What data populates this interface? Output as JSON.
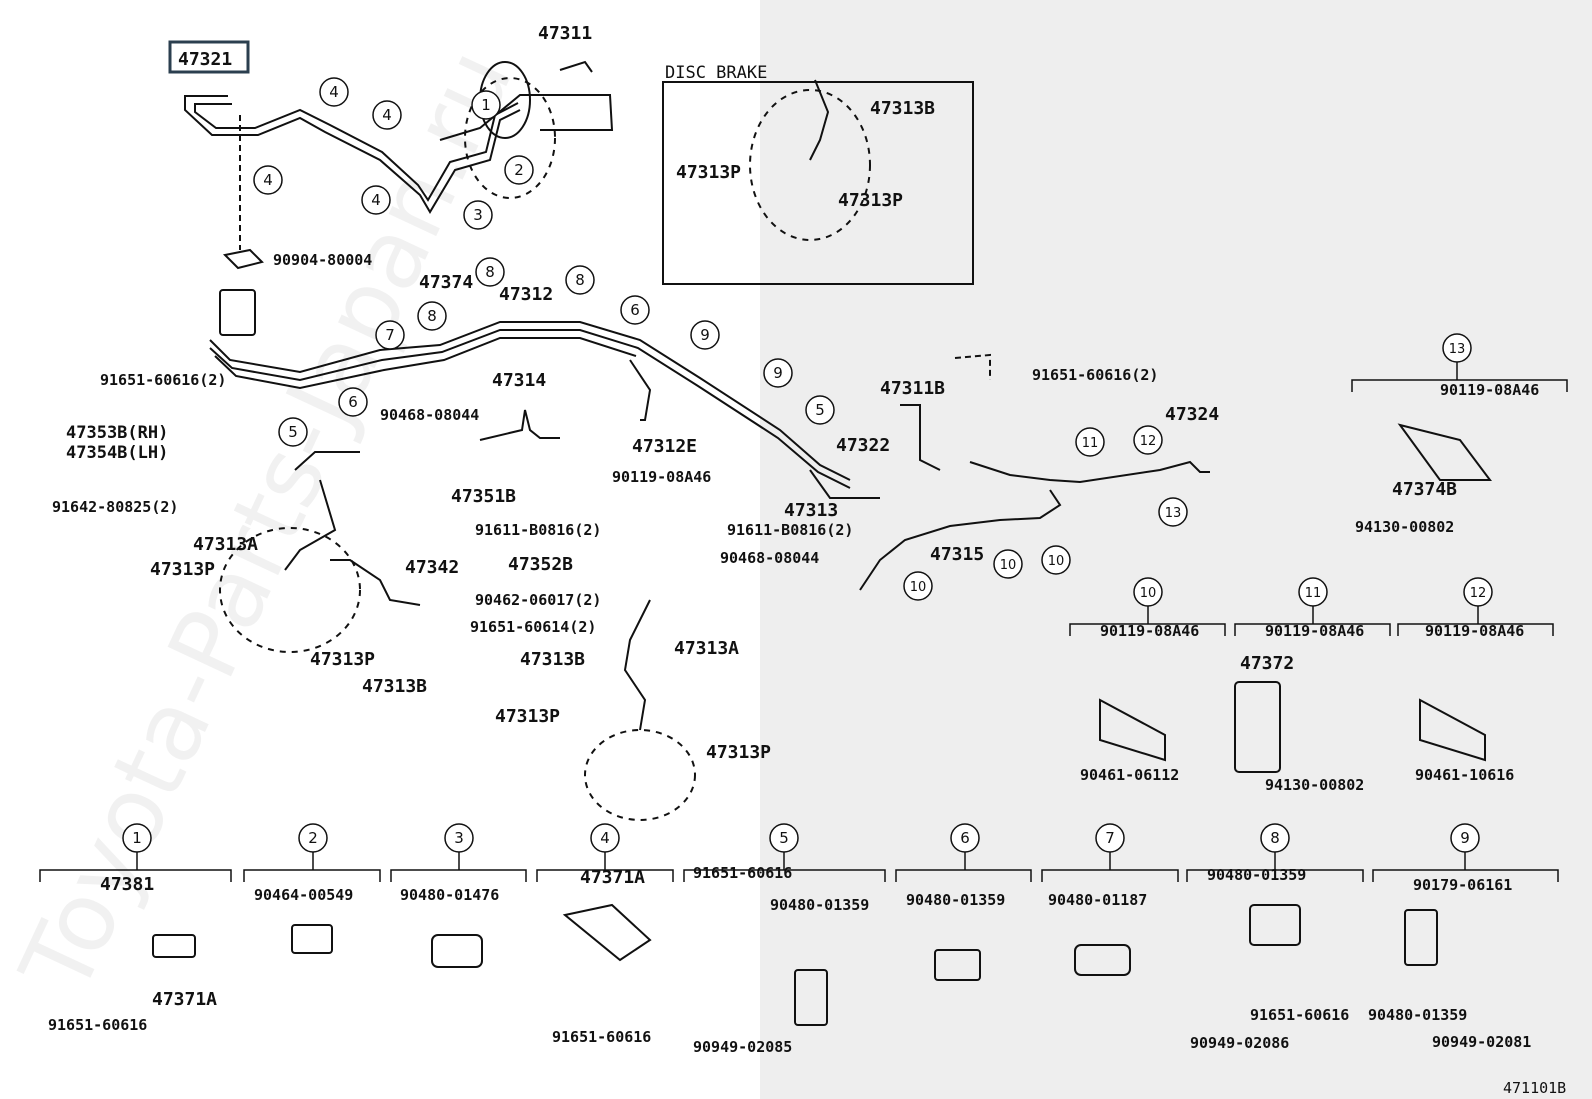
{
  "section_title": "DISC BRAKE",
  "watermark": "Toyota-Parts-Japan.ru",
  "figure_code": "471101B",
  "highlighted_part": "47321",
  "colors": {
    "line": "#111111",
    "panel_right": "#eeeeee",
    "highlight_border": "#2b3f4f"
  },
  "labels": [
    {
      "t": "47321"
    },
    {
      "t": "47311"
    },
    {
      "t": "47313B"
    },
    {
      "t": "47313P"
    },
    {
      "t": "47313P"
    },
    {
      "t": "90904-80004"
    },
    {
      "t": "47374"
    },
    {
      "t": "47312"
    },
    {
      "t": "91651-60616(2)"
    },
    {
      "t": "47314"
    },
    {
      "t": "90468-08044"
    },
    {
      "t": "47312E"
    },
    {
      "t": "90119-08A46"
    },
    {
      "t": "47353B(RH)"
    },
    {
      "t": "47354B(LH)"
    },
    {
      "t": "91642-80825(2)"
    },
    {
      "t": "47351B"
    },
    {
      "t": "91611-B0816(2)"
    },
    {
      "t": "47313A"
    },
    {
      "t": "47313P"
    },
    {
      "t": "47342"
    },
    {
      "t": "91611-B0816(2)"
    },
    {
      "t": "90468-08044"
    },
    {
      "t": "47352B"
    },
    {
      "t": "90462-06017(2)"
    },
    {
      "t": "91651-60614(2)"
    },
    {
      "t": "47313P"
    },
    {
      "t": "47313B"
    },
    {
      "t": "47313A"
    },
    {
      "t": "47313B"
    },
    {
      "t": "47313P"
    },
    {
      "t": "47313P"
    },
    {
      "t": "47311B"
    },
    {
      "t": "91651-60616(2)"
    },
    {
      "t": "47322"
    },
    {
      "t": "47313"
    },
    {
      "t": "47324"
    },
    {
      "t": "47315"
    },
    {
      "t": "90119-08A46"
    },
    {
      "t": "47374B"
    },
    {
      "t": "94130-00802"
    },
    {
      "t": "90119-08A46"
    },
    {
      "t": "90461-06112"
    },
    {
      "t": "90119-08A46"
    },
    {
      "t": "47372"
    },
    {
      "t": "94130-00802"
    },
    {
      "t": "90119-08A46"
    },
    {
      "t": "90461-10616"
    },
    {
      "t": "47381"
    },
    {
      "t": "91651-60616"
    },
    {
      "t": "47371A"
    },
    {
      "t": "90464-00549"
    },
    {
      "t": "90480-01476"
    },
    {
      "t": "47371A"
    },
    {
      "t": "91651-60616"
    },
    {
      "t": "91651-60616"
    },
    {
      "t": "90480-01359"
    },
    {
      "t": "90949-02085"
    },
    {
      "t": "90480-01359"
    },
    {
      "t": "90480-01187"
    },
    {
      "t": "90480-01359"
    },
    {
      "t": "91651-60616"
    },
    {
      "t": "90949-02086"
    },
    {
      "t": "90179-06161"
    },
    {
      "t": "90480-01359"
    },
    {
      "t": "90949-02081"
    }
  ],
  "callouts": [
    {
      "n": "1"
    },
    {
      "n": "2"
    },
    {
      "n": "3"
    },
    {
      "n": "4"
    },
    {
      "n": "4"
    },
    {
      "n": "4"
    },
    {
      "n": "4"
    },
    {
      "n": "8"
    },
    {
      "n": "8"
    },
    {
      "n": "8"
    },
    {
      "n": "7"
    },
    {
      "n": "6"
    },
    {
      "n": "6"
    },
    {
      "n": "5"
    },
    {
      "n": "9"
    },
    {
      "n": "9"
    },
    {
      "n": "5"
    },
    {
      "n": "11"
    },
    {
      "n": "12"
    },
    {
      "n": "13"
    },
    {
      "n": "10"
    },
    {
      "n": "10"
    },
    {
      "n": "10"
    }
  ],
  "group_headers": [
    {
      "n": "13"
    },
    {
      "n": "10"
    },
    {
      "n": "11"
    },
    {
      "n": "12"
    },
    {
      "n": "1"
    },
    {
      "n": "2"
    },
    {
      "n": "3"
    },
    {
      "n": "4"
    },
    {
      "n": "5"
    },
    {
      "n": "6"
    },
    {
      "n": "7"
    },
    {
      "n": "8"
    },
    {
      "n": "9"
    }
  ]
}
